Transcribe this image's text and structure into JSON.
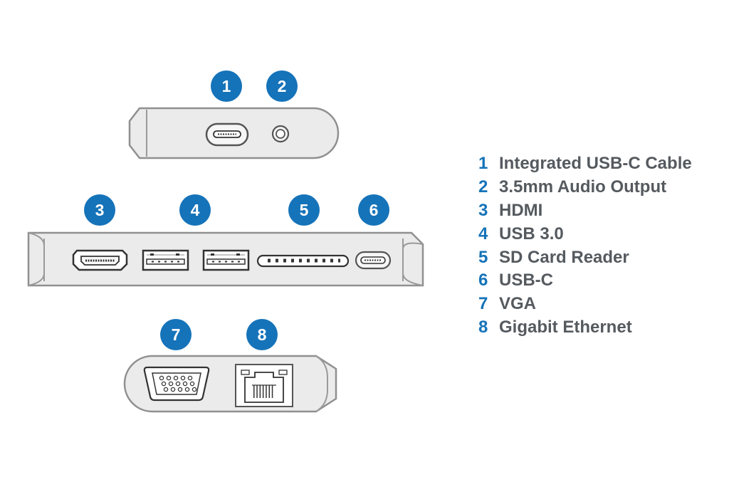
{
  "colors": {
    "accent": "#1573b9",
    "text": "#555a5f",
    "body_fill": "#ebebeb",
    "body_stroke": "#909090"
  },
  "callouts": [
    {
      "number": "1",
      "label": "Integrated USB-C Cable"
    },
    {
      "number": "2",
      "label": "3.5mm Audio Output"
    },
    {
      "number": "3",
      "label": "HDMI"
    },
    {
      "number": "4",
      "label": "USB 3.0"
    },
    {
      "number": "5",
      "label": "SD Card Reader"
    },
    {
      "number": "6",
      "label": "USB-C"
    },
    {
      "number": "7",
      "label": "VGA"
    },
    {
      "number": "8",
      "label": "Gigabit Ethernet"
    }
  ]
}
